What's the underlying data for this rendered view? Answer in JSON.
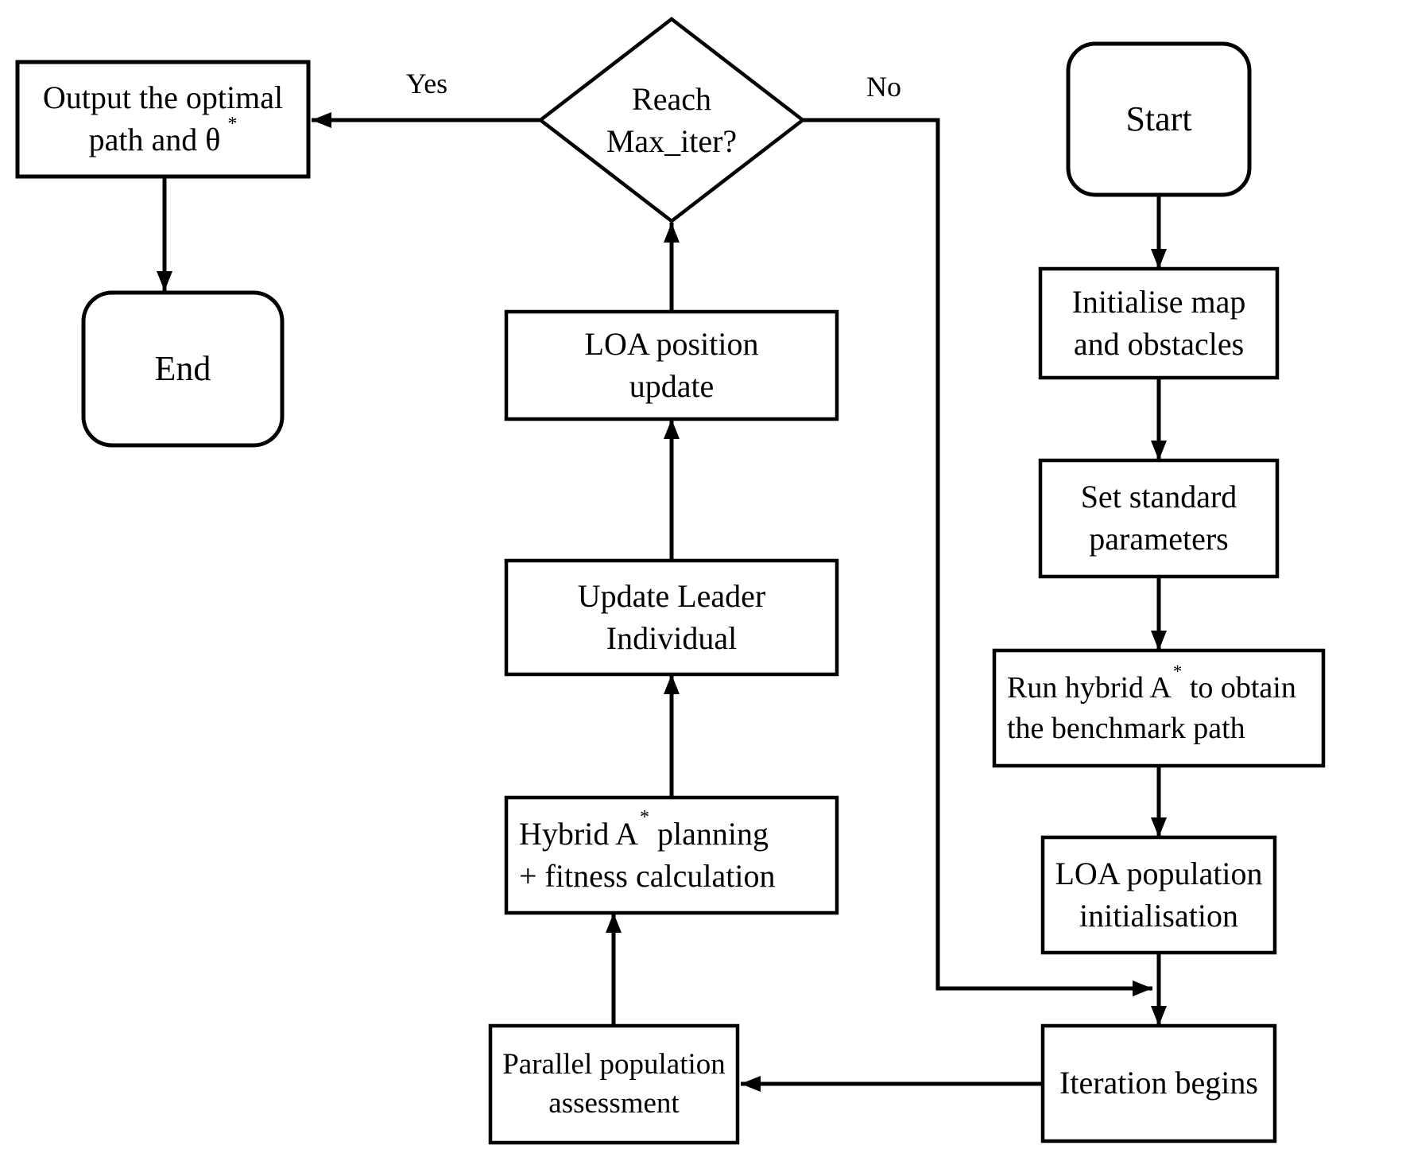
{
  "colors": {
    "ink": "#000000",
    "paper": "#ffffff"
  },
  "nodes": {
    "start": {
      "label": "Start"
    },
    "init_map": {
      "line1": "Initialise map",
      "line2": "and obstacles"
    },
    "set_params": {
      "line1": "Set standard",
      "line2": "parameters"
    },
    "run_hybrid": {
      "line1_pre": "Run hybrid A",
      "line1_sup": "*",
      "line1_post": " to obtain",
      "line2": "the benchmark path"
    },
    "loa_pop_init": {
      "line1": "LOA population",
      "line2": "initialisation"
    },
    "iteration_begins": {
      "label": "Iteration begins"
    },
    "parallel_assessment": {
      "line1": "Parallel population",
      "line2": "assessment"
    },
    "hybrid_fitness": {
      "line1_pre": "Hybrid A",
      "line1_sup": "*",
      "line1_post": " planning",
      "line2": "+ fitness calculation"
    },
    "update_leader": {
      "line1": "Update Leader",
      "line2": "Individual"
    },
    "loa_position_update": {
      "line1": "LOA position",
      "line2": "update"
    },
    "decision_max_iter": {
      "line1": "Reach",
      "line2": "Max_iter?"
    },
    "output_optimal": {
      "line1": "Output the optimal",
      "line2_pre": "path and θ",
      "line2_sup": "*"
    },
    "end": {
      "label": "End"
    }
  },
  "edges": {
    "yes_label": "Yes",
    "no_label": "No"
  }
}
